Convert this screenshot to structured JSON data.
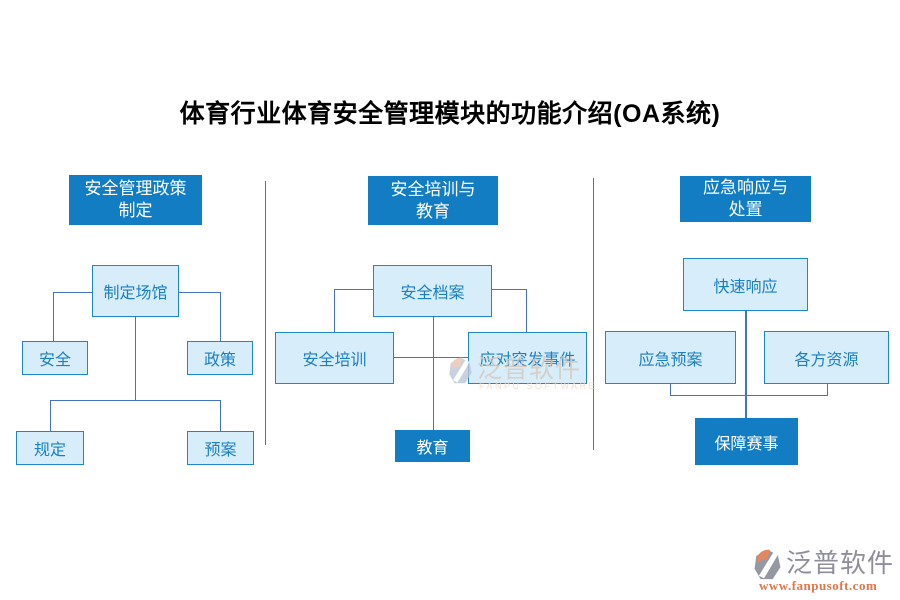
{
  "title": "体育行业体育安全管理模块的功能介绍(OA系统)",
  "colors": {
    "dark_blue": "#127dc2",
    "light_blue_fill": "#d7edfa",
    "box_border": "#1e87c9",
    "node_text_blue": "#1b7fc3",
    "connector_blue": "#4472c4",
    "title_black": "#000000",
    "watermark_gray": "#8e8f9a",
    "watermark_orange": "#e0764a",
    "watermark_beige": "#d6c8bb"
  },
  "columns": [
    {
      "header_lines": [
        "安全管理政策",
        "制定"
      ],
      "nodes": {
        "root": "制定场馆",
        "left": "安全",
        "right": "政策",
        "bottom_left": "规定",
        "bottom_right": "预案"
      }
    },
    {
      "header_lines": [
        "安全培训与",
        "教育"
      ],
      "nodes": {
        "root": "安全档案",
        "left": "安全培训",
        "right": "应对突发事件",
        "bottom": "教育"
      }
    },
    {
      "header_lines": [
        "应急响应与",
        "处置"
      ],
      "nodes": {
        "root": "快速响应",
        "left": "应急预案",
        "right": "各方资源",
        "bottom": "保障赛事"
      }
    }
  ],
  "watermarks": {
    "center": {
      "brand": "泛普软件",
      "subtitle": "FANPU SOFTWARE"
    },
    "corner": {
      "brand": "泛普软件",
      "url": "www.fanpusoft.com"
    }
  }
}
